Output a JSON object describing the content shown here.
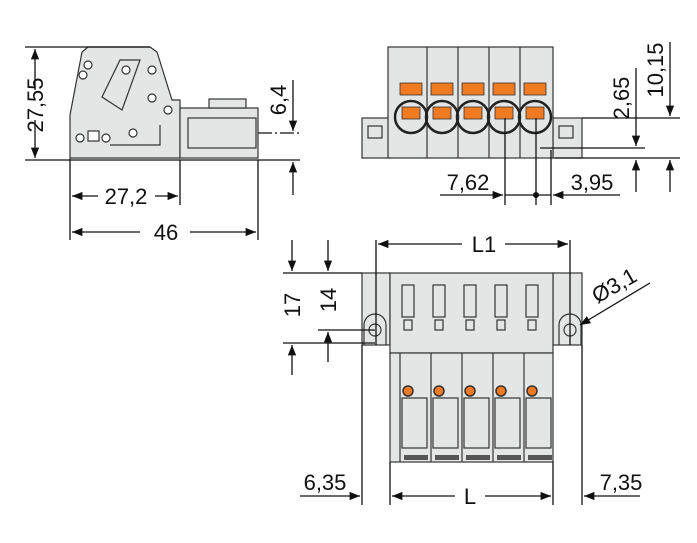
{
  "dimensions": {
    "side_height": "27,55",
    "side_offset": "6,4",
    "side_depth": "27,2",
    "side_total": "46",
    "front_pitch": "7,62",
    "front_end": "3,95",
    "front_h1": "2,65",
    "front_h2": "10,15",
    "bottom_l1": "L1",
    "bottom_l": "L",
    "bottom_17": "17",
    "bottom_14": "14",
    "hole_diameter": "Ø3,1",
    "bottom_left": "6,35",
    "bottom_right": "7,35"
  },
  "colors": {
    "housing": "#e4e6e5",
    "actuator": "#f07a22"
  },
  "poles": 5
}
